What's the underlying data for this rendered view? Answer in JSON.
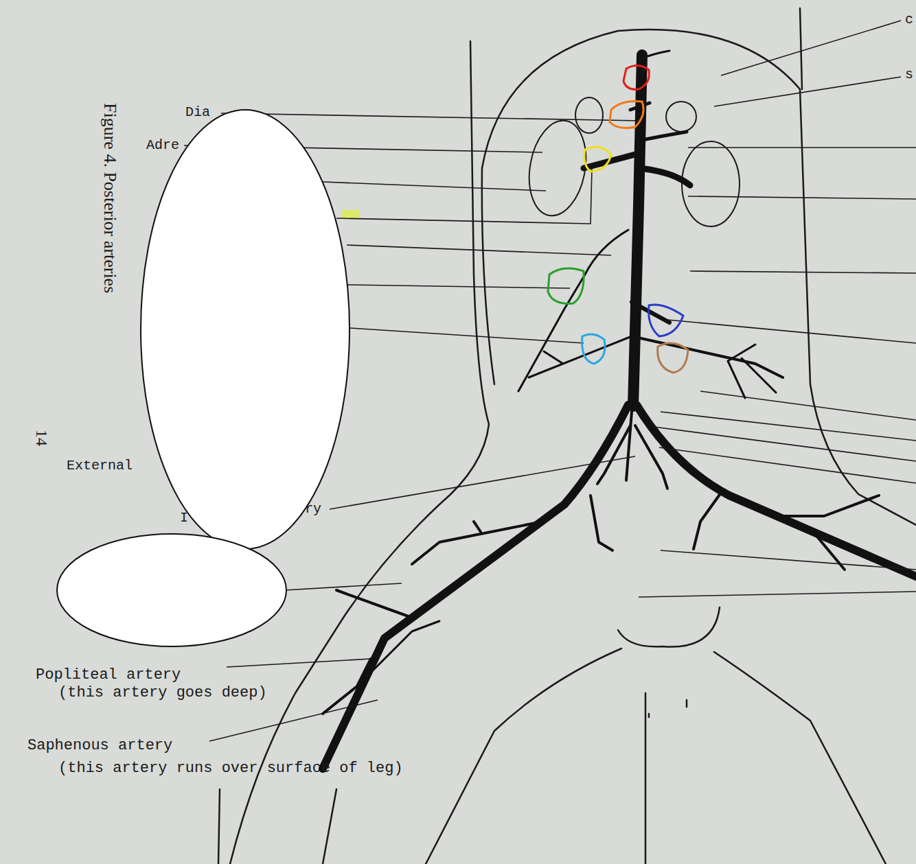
{
  "diagram": {
    "caption": "Figure 4. Posterior arteries",
    "labels": [
      "c",
      "s",
      "Dia",
      "Adre",
      "External",
      "I",
      "ry",
      "Popliteal artery",
      "(this artery goes deep)",
      "Saphenous artery",
      "(this artery runs over surface of leg)",
      "14"
    ]
  }
}
